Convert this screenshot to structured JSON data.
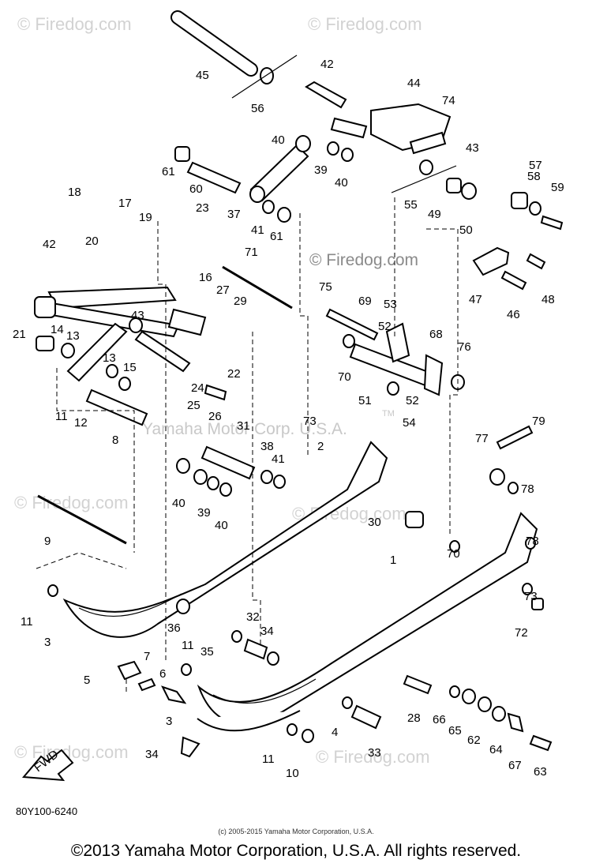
{
  "watermarks": {
    "top_left": "© Firedog.com",
    "top_right": "© Firedog.com",
    "mid_right": "© Firedog.com",
    "mid_left": "© Firedog.com",
    "mid_center": "© Firedog.com",
    "bottom_left": "© Firedog.com",
    "bottom_right": "© Firedog.com",
    "trademark": "Yamaha Motor Corp. U.S.A.",
    "trademark_symbol": "TM"
  },
  "diagram_code": "80Y100-6240",
  "copyright_small": "(c) 2005-2015 Yamaha Motor Corporation, U.S.A.",
  "copyright": "©2013 Yamaha Motor Corporation, U.S.A. All rights reserved.",
  "fwd_label": "FWD",
  "callouts": [
    "45",
    "56",
    "42",
    "44",
    "74",
    "40",
    "39",
    "40",
    "43",
    "61",
    "60",
    "55",
    "49",
    "57",
    "58",
    "59",
    "37",
    "41",
    "61",
    "50",
    "18",
    "17",
    "19",
    "23",
    "42",
    "20",
    "71",
    "47",
    "46",
    "48",
    "16",
    "27",
    "29",
    "75",
    "69",
    "53",
    "21",
    "14",
    "13",
    "43",
    "52",
    "68",
    "76",
    "13",
    "15",
    "22",
    "70",
    "51",
    "52",
    "54",
    "24",
    "25",
    "26",
    "12",
    "11",
    "8",
    "31",
    "73",
    "2",
    "79",
    "77",
    "38",
    "41",
    "40",
    "39",
    "40",
    "78",
    "9",
    "30",
    "70",
    "78",
    "1",
    "73",
    "72",
    "11",
    "36",
    "3",
    "32",
    "34",
    "11",
    "35",
    "7",
    "5",
    "6",
    "28",
    "66",
    "65",
    "62",
    "64",
    "67",
    "63",
    "3",
    "34",
    "4",
    "11",
    "10",
    "33"
  ]
}
